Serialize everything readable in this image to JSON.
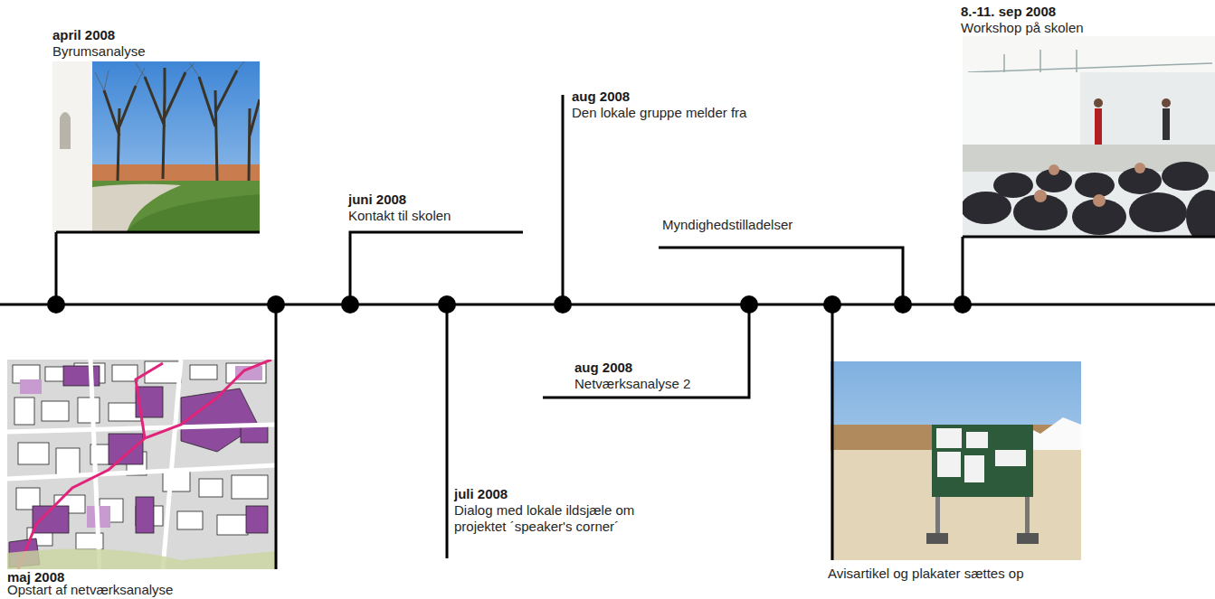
{
  "diagram": {
    "labels": [
      "april 2008",
      "Byrumsanalyse",
      "8.-11. sep 2008",
      "Workshop på skolen",
      "aug 2008",
      "Den lokale gruppe melder fra",
      "juni 2008",
      "Kontakt til skolen",
      "Myndighedstilladelser",
      "aug 2008",
      "Netværksanalyse 2",
      "juli 2008",
      "Dialog med lokale ildsjæle om projektet ´speaker's corner´",
      "Avisartikel og plakater sættes op",
      "maj 2008",
      "Opstart af netværksanalyse"
    ]
  }
}
